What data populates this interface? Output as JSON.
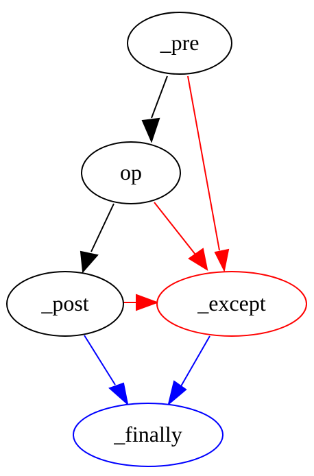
{
  "nodes": {
    "pre": {
      "label": "_pre",
      "color": "#000000"
    },
    "op": {
      "label": "op",
      "color": "#000000"
    },
    "post": {
      "label": "_post",
      "color": "#000000"
    },
    "except": {
      "label": "_except",
      "color": "#ff0000"
    },
    "finally": {
      "label": "_finally",
      "color": "#0000ff"
    }
  },
  "edges": [
    {
      "from": "_pre",
      "to": "op",
      "color": "#000000"
    },
    {
      "from": "_pre",
      "to": "_except",
      "color": "#ff0000"
    },
    {
      "from": "op",
      "to": "_post",
      "color": "#000000"
    },
    {
      "from": "op",
      "to": "_except",
      "color": "#ff0000"
    },
    {
      "from": "_post",
      "to": "_except",
      "color": "#ff0000"
    },
    {
      "from": "_post",
      "to": "_finally",
      "color": "#0000ff"
    },
    {
      "from": "_except",
      "to": "_finally",
      "color": "#0000ff"
    }
  ]
}
